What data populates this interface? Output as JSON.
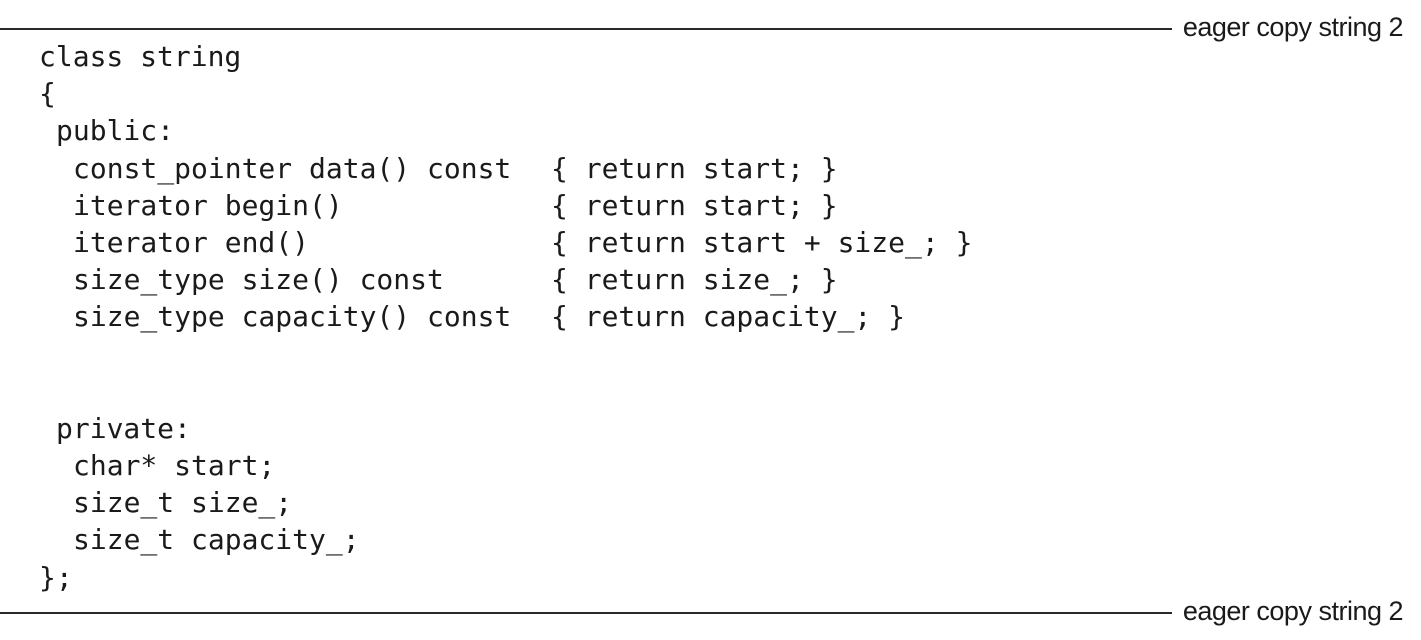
{
  "label": "eager copy string 2",
  "code": {
    "class_header": "class string",
    "open_brace": "{",
    "public_label": "public:",
    "members": [
      {
        "decl": "const_pointer data() const",
        "body": "{ return start; }"
      },
      {
        "decl": "iterator begin()",
        "body": "{ return start; }"
      },
      {
        "decl": "iterator end()",
        "body": "{ return start + size_; }"
      },
      {
        "decl": "size_type size() const",
        "body": "{ return size_; }"
      },
      {
        "decl": "size_type capacity() const",
        "body": "{ return capacity_; }"
      }
    ],
    "private_label": "private:",
    "fields": [
      "char* start;",
      "size_t size_;",
      "size_t capacity_;"
    ],
    "close": "};"
  }
}
